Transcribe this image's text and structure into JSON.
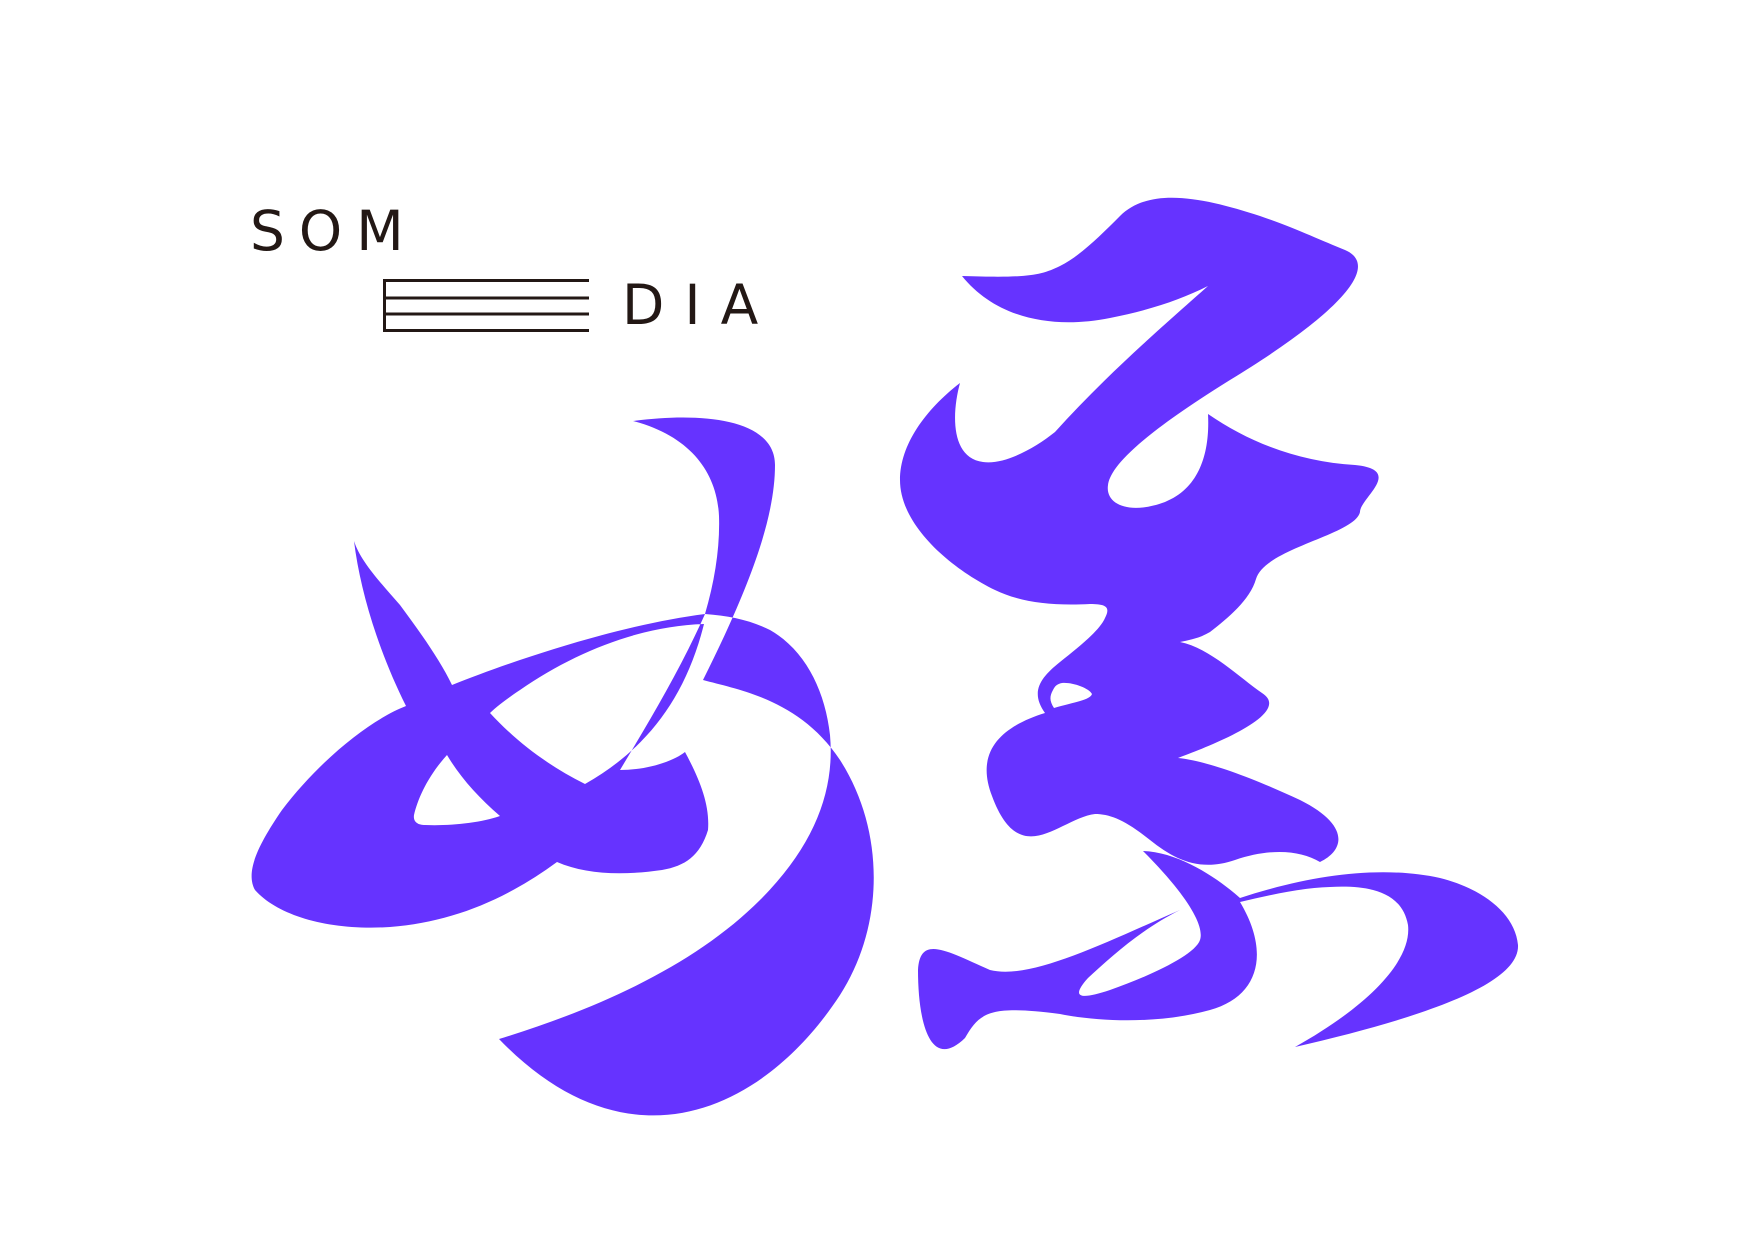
{
  "logo": {
    "wordmark_top": "SOM",
    "wordmark_bottom": "DIA",
    "calligraphy_text": "めいる",
    "colors": {
      "wordmark": "#231815",
      "calligraphy": "#6633ff",
      "background": "#ffffff"
    }
  }
}
